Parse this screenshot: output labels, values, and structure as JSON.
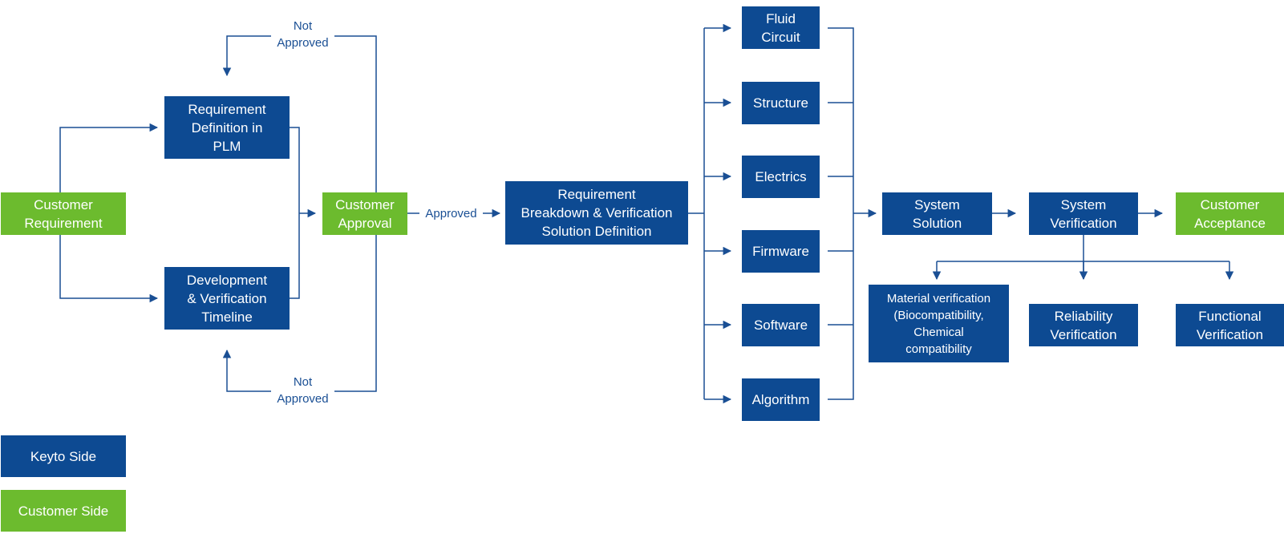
{
  "colors": {
    "keyto": "#0d4a92",
    "customer": "#6cbb2e",
    "line": "#1a4f94"
  },
  "nodes": {
    "customer_requirement": "Customer\nRequirement",
    "requirement_definition": "Requirement\nDefinition in\nPLM",
    "dev_timeline": "Development\n& Verification\nTimeline",
    "customer_approval": "Customer\nApproval",
    "breakdown": "Requirement\nBreakdown & Verification\nSolution Definition",
    "fluid_circuit": "Fluid\nCircuit",
    "structure": "Structure",
    "electrics": "Electrics",
    "firmware": "Firmware",
    "software": "Software",
    "algorithm": "Algorithm",
    "system_solution": "System\nSolution",
    "system_verification": "System\nVerification",
    "customer_acceptance": "Customer\nAcceptance",
    "material_verification": "Material verification\n(Biocompatibility,\nChemical\ncompatibility",
    "reliability_verification": "Reliability\nVerification",
    "functional_verification": "Functional\nVerification"
  },
  "edge_labels": {
    "not_approved_top": "Not\nApproved",
    "not_approved_bottom": "Not\nApproved",
    "approved": "Approved"
  },
  "legend": {
    "keyto_side": "Keyto Side",
    "customer_side": "Customer Side"
  }
}
